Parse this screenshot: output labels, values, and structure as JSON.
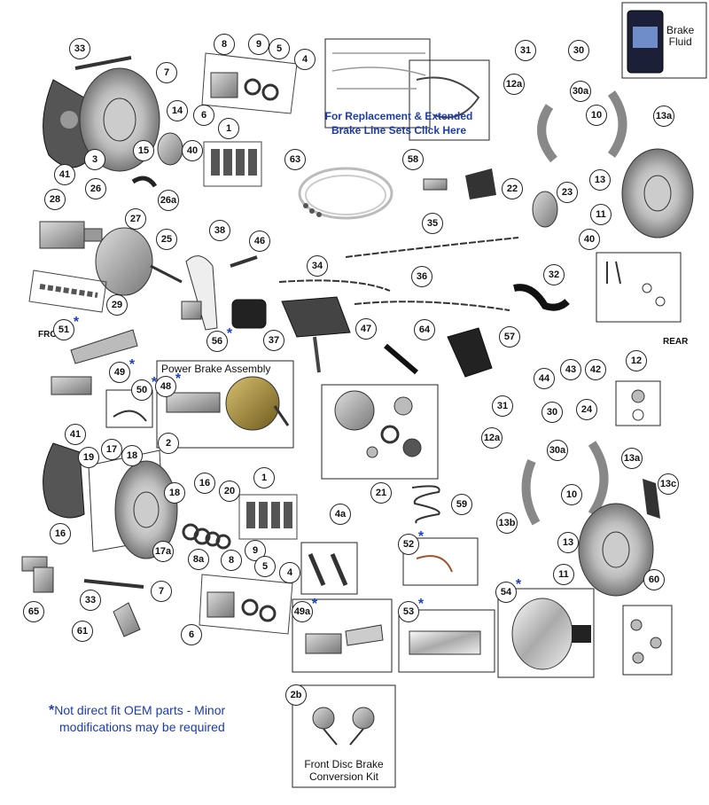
{
  "fluid": {
    "title_line1": "Brake",
    "title_line2": "Fluid"
  },
  "brake_line_link": {
    "line1": "For Replacement & Extended",
    "line2": "Brake Line Sets Click Here"
  },
  "power_brake": {
    "title": "Power Brake Assembly"
  },
  "conversion_kit": {
    "line1": "Front Disc Brake",
    "line2": "Conversion Kit"
  },
  "note": {
    "star": "*",
    "line1": "Not direct fit OEM parts - Minor",
    "line2": "modifications may be required"
  },
  "orientation": {
    "front": "FRONT",
    "rear": "REAR"
  },
  "callouts": [
    {
      "id": "33a",
      "text": "33"
    },
    {
      "id": "8a",
      "text": "8"
    },
    {
      "id": "9a",
      "text": "9"
    },
    {
      "id": "5a",
      "text": "5"
    },
    {
      "id": "4a_top",
      "text": "4"
    },
    {
      "id": "7a",
      "text": "7"
    },
    {
      "id": "14",
      "text": "14"
    },
    {
      "id": "6a",
      "text": "6"
    },
    {
      "id": "1a",
      "text": "1"
    },
    {
      "id": "15",
      "text": "15"
    },
    {
      "id": "40a",
      "text": "40"
    },
    {
      "id": "41a",
      "text": "41"
    },
    {
      "id": "3",
      "text": "3"
    },
    {
      "id": "28",
      "text": "28"
    },
    {
      "id": "26",
      "text": "26"
    },
    {
      "id": "26a",
      "text": "26a"
    },
    {
      "id": "27",
      "text": "27"
    },
    {
      "id": "25",
      "text": "25"
    },
    {
      "id": "29",
      "text": "29"
    },
    {
      "id": "63",
      "text": "63"
    },
    {
      "id": "58",
      "text": "58"
    },
    {
      "id": "38",
      "text": "38"
    },
    {
      "id": "46",
      "text": "46"
    },
    {
      "id": "35",
      "text": "35"
    },
    {
      "id": "34",
      "text": "34"
    },
    {
      "id": "36",
      "text": "36"
    },
    {
      "id": "47",
      "text": "47"
    },
    {
      "id": "37",
      "text": "37"
    },
    {
      "id": "56",
      "text": "56"
    },
    {
      "id": "64",
      "text": "64"
    },
    {
      "id": "51",
      "text": "51"
    },
    {
      "id": "49",
      "text": "49"
    },
    {
      "id": "50",
      "text": "50"
    },
    {
      "id": "48",
      "text": "48"
    },
    {
      "id": "31a",
      "text": "31"
    },
    {
      "id": "30a",
      "text": "30"
    },
    {
      "id": "12a_top",
      "text": "12a"
    },
    {
      "id": "30a_top",
      "text": "30a"
    },
    {
      "id": "10a",
      "text": "10"
    },
    {
      "id": "13a_top",
      "text": "13a"
    },
    {
      "id": "13_top",
      "text": "13"
    },
    {
      "id": "22",
      "text": "22"
    },
    {
      "id": "23",
      "text": "23"
    },
    {
      "id": "11a",
      "text": "11"
    },
    {
      "id": "40b",
      "text": "40"
    },
    {
      "id": "32",
      "text": "32"
    },
    {
      "id": "57",
      "text": "57"
    },
    {
      "id": "44",
      "text": "44"
    },
    {
      "id": "43",
      "text": "43"
    },
    {
      "id": "42",
      "text": "42"
    },
    {
      "id": "12",
      "text": "12"
    },
    {
      "id": "24",
      "text": "24"
    },
    {
      "id": "21",
      "text": "21"
    },
    {
      "id": "59",
      "text": "59"
    },
    {
      "id": "52",
      "text": "52"
    },
    {
      "id": "31b",
      "text": "31"
    },
    {
      "id": "30b",
      "text": "30"
    },
    {
      "id": "12a_bot",
      "text": "12a"
    },
    {
      "id": "30a_bot",
      "text": "30a"
    },
    {
      "id": "13a_bot",
      "text": "13a"
    },
    {
      "id": "13c",
      "text": "13c"
    },
    {
      "id": "10b",
      "text": "10"
    },
    {
      "id": "13b",
      "text": "13b"
    },
    {
      "id": "13_bot",
      "text": "13"
    },
    {
      "id": "11b",
      "text": "11"
    },
    {
      "id": "41b",
      "text": "41"
    },
    {
      "id": "19",
      "text": "19"
    },
    {
      "id": "17",
      "text": "17"
    },
    {
      "id": "18a",
      "text": "18"
    },
    {
      "id": "2",
      "text": "2"
    },
    {
      "id": "18b",
      "text": "18"
    },
    {
      "id": "16a",
      "text": "16"
    },
    {
      "id": "16b",
      "text": "16"
    },
    {
      "id": "20",
      "text": "20"
    },
    {
      "id": "1b",
      "text": "1"
    },
    {
      "id": "17a",
      "text": "17a"
    },
    {
      "id": "4a",
      "text": "4a"
    },
    {
      "id": "65",
      "text": "65"
    },
    {
      "id": "33b",
      "text": "33"
    },
    {
      "id": "7b",
      "text": "7"
    },
    {
      "id": "8a_b",
      "text": "8a"
    },
    {
      "id": "8b",
      "text": "8"
    },
    {
      "id": "9b",
      "text": "9"
    },
    {
      "id": "5b",
      "text": "5"
    },
    {
      "id": "4b",
      "text": "4"
    },
    {
      "id": "61",
      "text": "61"
    },
    {
      "id": "6b",
      "text": "6"
    },
    {
      "id": "49a",
      "text": "49a"
    },
    {
      "id": "53",
      "text": "53"
    },
    {
      "id": "54",
      "text": "54"
    },
    {
      "id": "60",
      "text": "60"
    },
    {
      "id": "2b",
      "text": "2b"
    }
  ]
}
